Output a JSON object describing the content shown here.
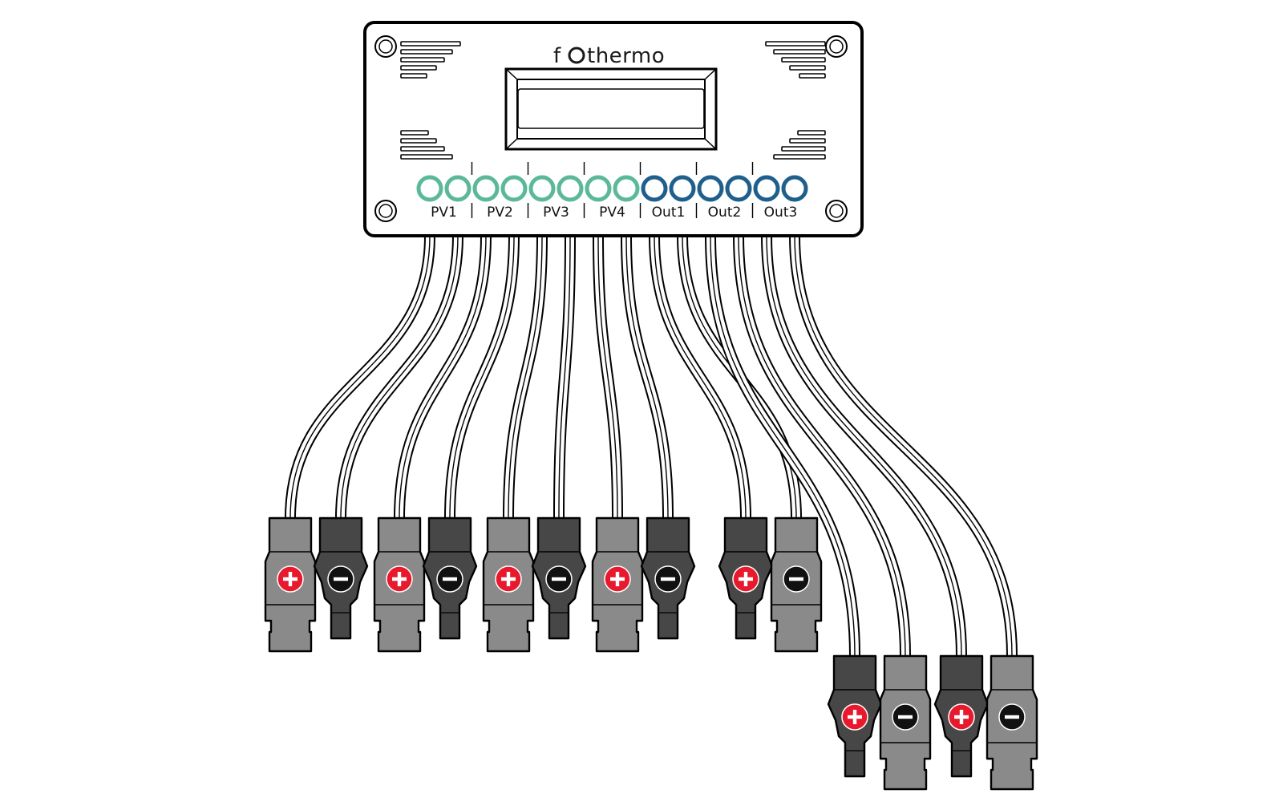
{
  "brand": {
    "prefix": "f",
    "suffix": "thermo"
  },
  "ports": [
    {
      "label": "PV1",
      "group": "pv"
    },
    {
      "label": "PV2",
      "group": "pv"
    },
    {
      "label": "PV3",
      "group": "pv"
    },
    {
      "label": "PV4",
      "group": "pv"
    },
    {
      "label": "Out1",
      "group": "out"
    },
    {
      "label": "Out2",
      "group": "out"
    },
    {
      "label": "Out3",
      "group": "out"
    }
  ],
  "connectors": [
    {
      "port": "PV1",
      "polarity": "+",
      "body": "gray"
    },
    {
      "port": "PV1",
      "polarity": "−",
      "body": "dark"
    },
    {
      "port": "PV2",
      "polarity": "+",
      "body": "gray"
    },
    {
      "port": "PV2",
      "polarity": "−",
      "body": "dark"
    },
    {
      "port": "PV3",
      "polarity": "+",
      "body": "gray"
    },
    {
      "port": "PV3",
      "polarity": "−",
      "body": "dark"
    },
    {
      "port": "PV4",
      "polarity": "+",
      "body": "gray"
    },
    {
      "port": "PV4",
      "polarity": "−",
      "body": "dark"
    },
    {
      "port": "Out1",
      "polarity": "+",
      "body": "dark"
    },
    {
      "port": "Out1",
      "polarity": "−",
      "body": "gray"
    },
    {
      "port": "Out2",
      "polarity": "+",
      "body": "dark"
    },
    {
      "port": "Out2",
      "polarity": "−",
      "body": "gray"
    },
    {
      "port": "Out3",
      "polarity": "+",
      "body": "dark"
    },
    {
      "port": "Out3",
      "polarity": "−",
      "body": "gray"
    }
  ],
  "colors": {
    "pv_ring": "#5bb89a",
    "out_ring": "#1f5f8b",
    "plus_badge": "#e8192c",
    "minus_badge": "#111111",
    "body_gray": "#8a8a8a",
    "body_dark": "#474747",
    "outline": "#000000"
  }
}
